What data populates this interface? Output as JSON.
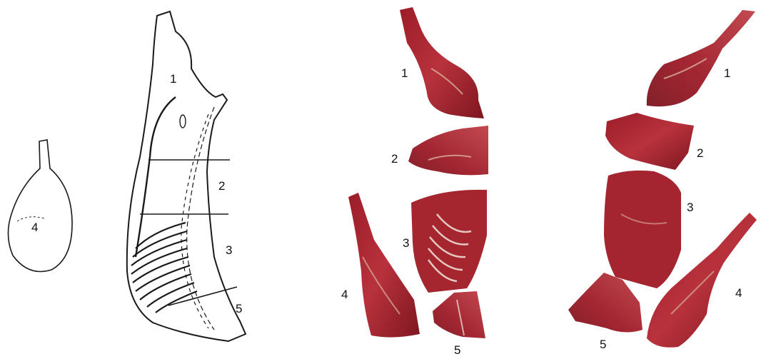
{
  "colors": {
    "line": "#1a1a1a",
    "paper": "#ffffff",
    "meat_dark": "#7e1620",
    "meat_mid": "#a82430",
    "meat_light": "#c9545a",
    "fat": "#d9b39a",
    "bone": "#efe6dc"
  },
  "drawing": {
    "leg_label": "4",
    "carcass_labels": [
      "1",
      "2",
      "3",
      "5"
    ]
  },
  "photo_middle": {
    "labels": [
      "1",
      "2",
      "3",
      "4",
      "5"
    ]
  },
  "photo_right": {
    "labels": [
      "1",
      "2",
      "3",
      "4",
      "5"
    ]
  }
}
